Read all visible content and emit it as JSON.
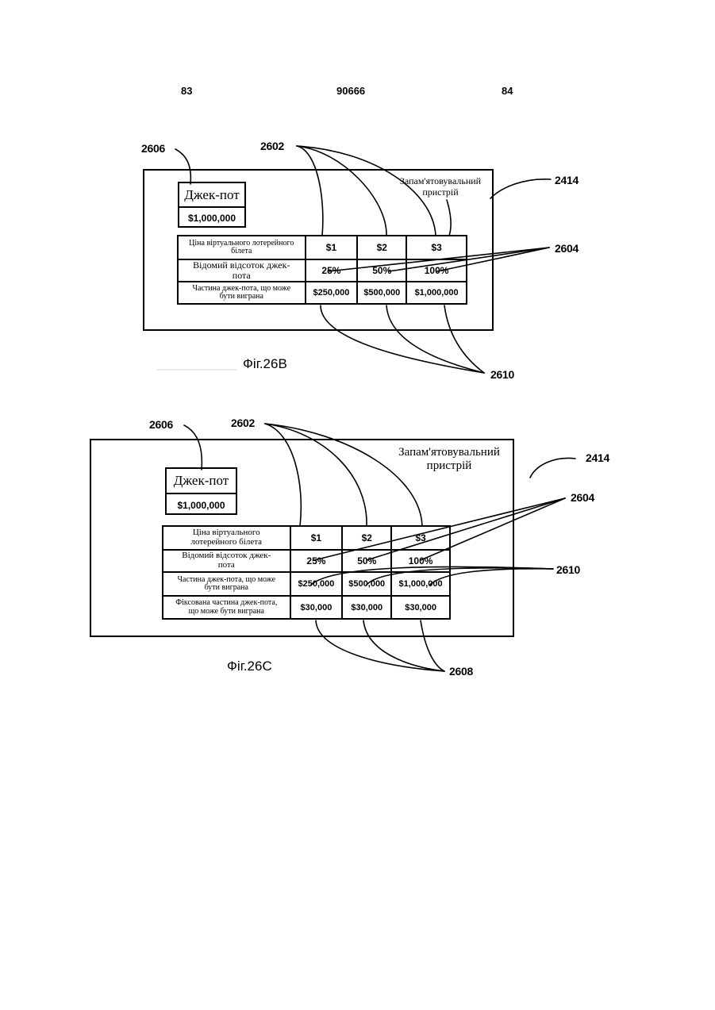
{
  "header": {
    "page_left": "83",
    "doc_number": "90666",
    "page_right": "84"
  },
  "fig_b": {
    "refs": {
      "jackpot_ref": "2606",
      "price_ref": "2602",
      "memory_ref": "2414",
      "percent_ref": "2604",
      "winnable_ref": "2610"
    },
    "memory_label": [
      "Запам'ятовувальний",
      "пристрій"
    ],
    "jackpot_label": "Джек-пот",
    "jackpot_value": "$1,000,000",
    "table": {
      "rows": [
        {
          "label": [
            "Ціна віртуального лотерейного",
            "білета"
          ],
          "values": [
            "$1",
            "$2",
            "$3"
          ]
        },
        {
          "label": [
            "Відомий відсоток джек-",
            "пота"
          ],
          "values": [
            "25%",
            "50%",
            "100%"
          ]
        },
        {
          "label": [
            "Частина джек-пота, що може",
            "бути виграна"
          ],
          "values": [
            "$250,000",
            "$500,000",
            "$1,000,000"
          ]
        }
      ]
    },
    "caption": "Фіг.26В"
  },
  "fig_c": {
    "refs": {
      "jackpot_ref": "2606",
      "price_ref": "2602",
      "memory_ref": "2414",
      "percent_ref": "2604",
      "winnable_ref": "2610",
      "fixed_ref": "2608"
    },
    "memory_label": [
      "Запам'ятовувальний",
      "пристрій"
    ],
    "jackpot_label": "Джек-пот",
    "jackpot_value": "$1,000,000",
    "table": {
      "rows": [
        {
          "label": [
            "Ціна віртуального",
            "лотерейного білета"
          ],
          "values": [
            "$1",
            "$2",
            "$3"
          ]
        },
        {
          "label": [
            "Відомий відсоток джек-",
            "пота"
          ],
          "values": [
            "25%",
            "50%",
            "100%"
          ]
        },
        {
          "label": [
            "Частина джек-пота, що може",
            "бути виграна"
          ],
          "values": [
            "$250,000",
            "$500,000",
            "$1,000,000"
          ]
        },
        {
          "label": [
            "Фіксована частина джек-пота,",
            "що може бути виграна"
          ],
          "values": [
            "$30,000",
            "$30,000",
            "$30,000"
          ]
        }
      ]
    },
    "caption": "Фіг.26С"
  }
}
